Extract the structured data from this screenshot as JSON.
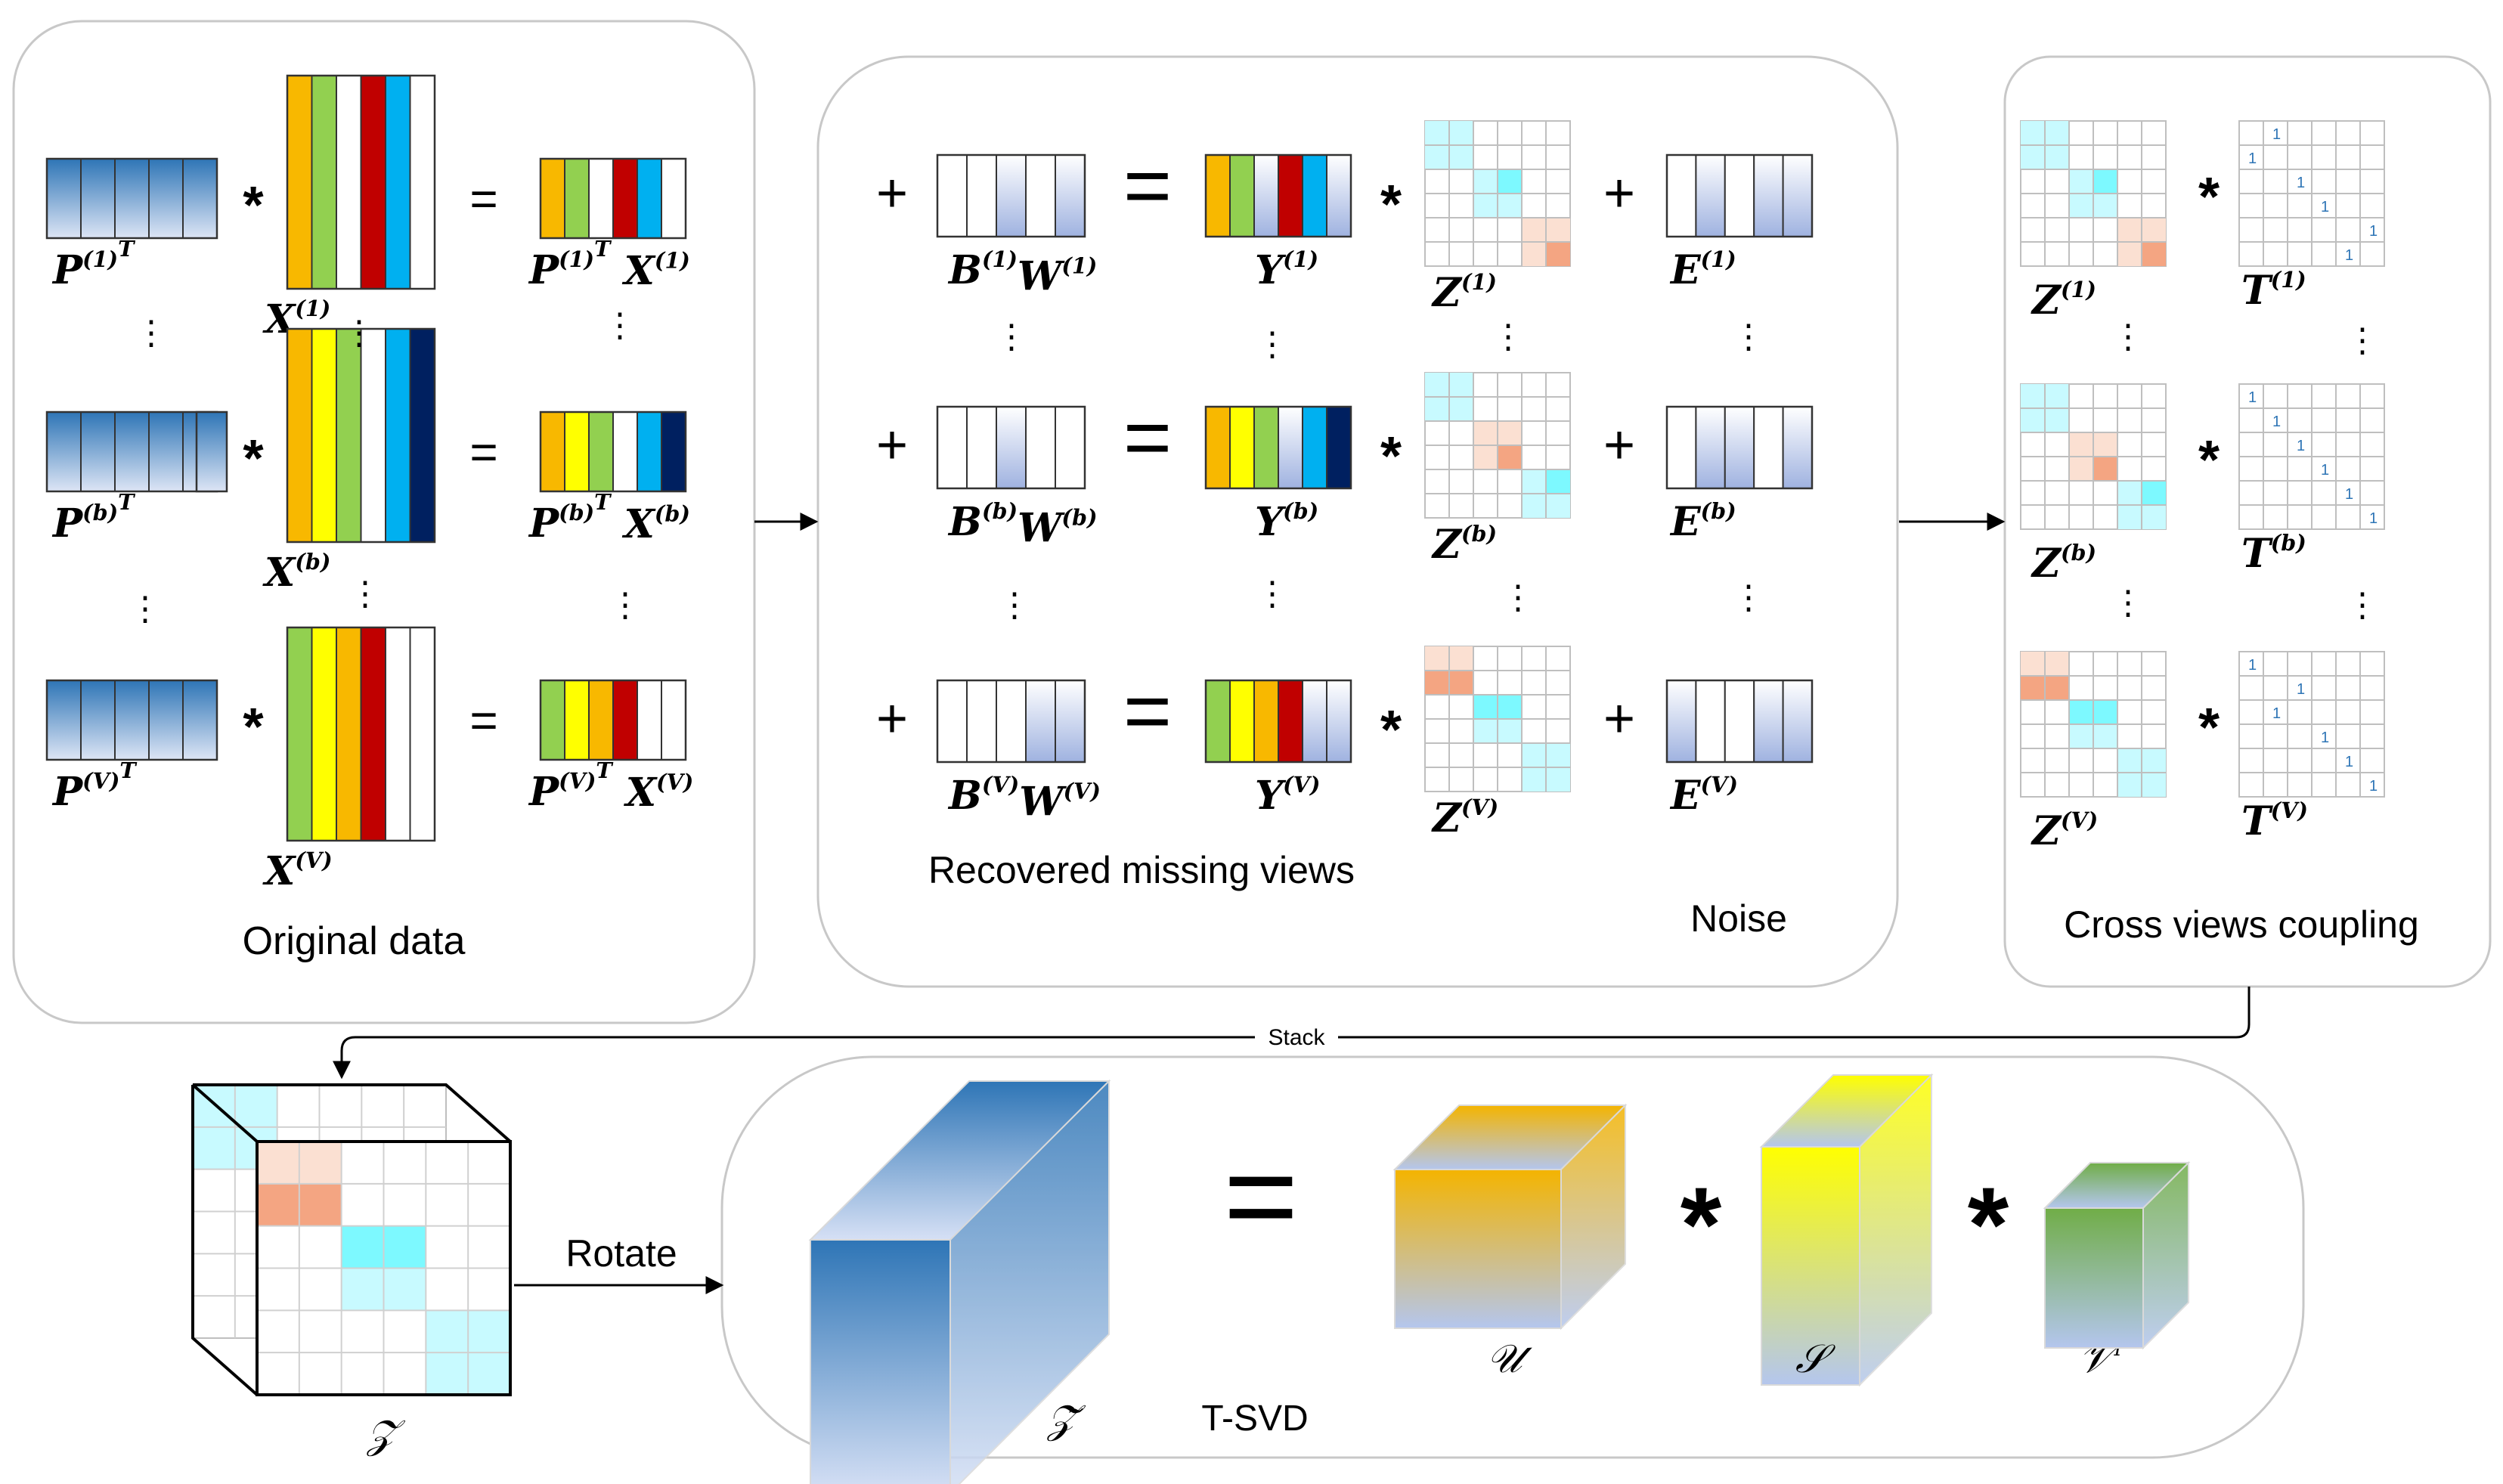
{
  "colors": {
    "orange": "#F8B800",
    "green": "#92D050",
    "yellow": "#FFFF00",
    "red": "#C00000",
    "cyan": "#00B0F0",
    "navy": "#002060",
    "blue_top": "#2E75B6",
    "blue_bottom": "#DDE5F5",
    "bw_fill": "#B4C3E6",
    "z_cyan": "#7DF9FF",
    "z_cyan_light": "#C8FAFF",
    "z_orange": "#F4A582",
    "z_orange_light": "#FBE0D2",
    "t_one_text": "#2E75B6"
  },
  "labels": {
    "original_data": "Original data",
    "recovered_missing_views": "Recovered missing views",
    "noise": "Noise",
    "cross_views_coupling": "Cross views coupling",
    "stack": "Stack",
    "rotate": "Rotate",
    "tsvd": "T-SVD"
  },
  "symbols": {
    "star": "*",
    "equals": "=",
    "plus": "+",
    "vdots": "⋮",
    "big_equals": "="
  },
  "views": [
    {
      "sup": "(1)",
      "p_label": "P",
      "x_label": "X",
      "y_label": "Y",
      "z_label": "Z",
      "e_label": "E",
      "t_label": "T",
      "b_label": "B",
      "w_label": "W",
      "transpose": "T"
    },
    {
      "sup": "(b)",
      "p_label": "P",
      "x_label": "X",
      "y_label": "Y",
      "z_label": "Z",
      "e_label": "E",
      "t_label": "T",
      "b_label": "B",
      "w_label": "W",
      "transpose": "T"
    },
    {
      "sup": "(V)",
      "p_label": "P",
      "x_label": "X",
      "y_label": "Y",
      "z_label": "Z",
      "e_label": "E",
      "t_label": "T",
      "b_label": "B",
      "w_label": "W",
      "transpose": "T"
    }
  ],
  "t_matrix_entry": "1",
  "tensor_labels": {
    "z": "𝒵",
    "z_tilde": "𝒵̃",
    "u": "𝒰",
    "s": "𝒮",
    "v": "𝒱",
    "v_sup": "T"
  }
}
